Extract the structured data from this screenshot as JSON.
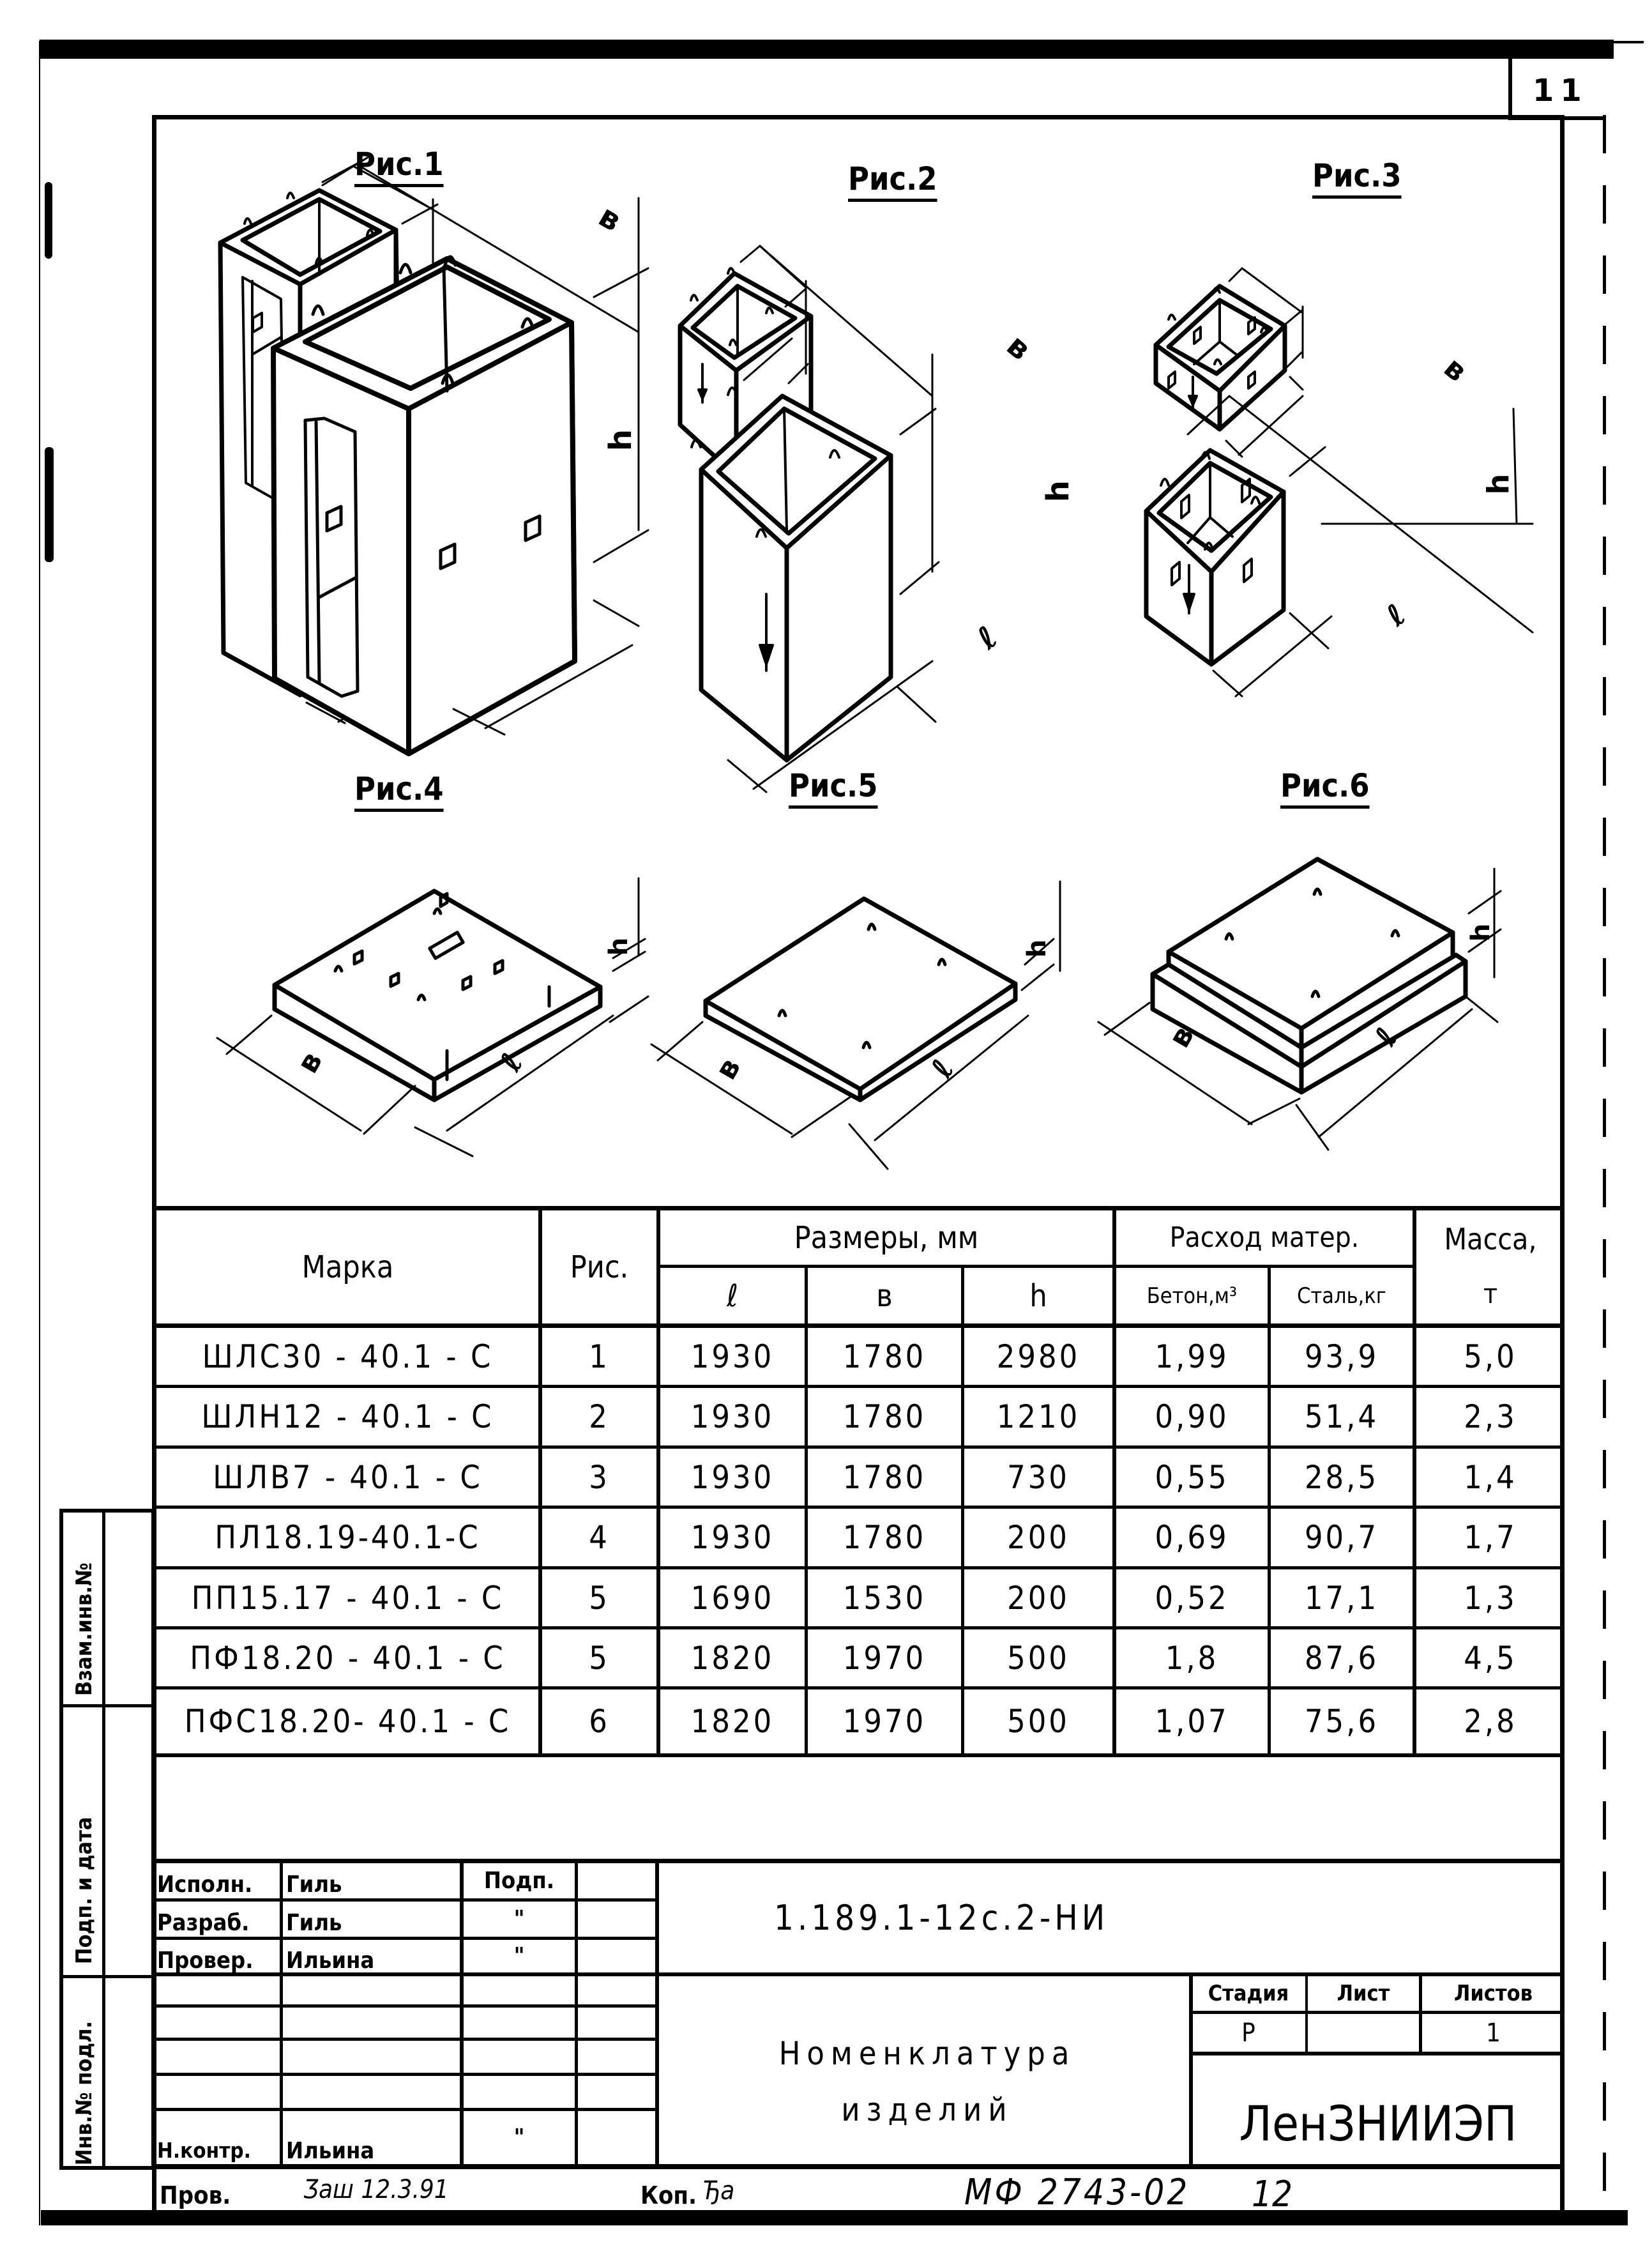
{
  "sheet": {
    "sheet_number_corner": "11",
    "figures": [
      {
        "label": "Рис.1",
        "dims": [
          "в",
          "h",
          "ℓ"
        ]
      },
      {
        "label": "Рис.2",
        "dims": [
          "в",
          "h",
          "ℓ"
        ]
      },
      {
        "label": "Рис.3",
        "dims": [
          "в",
          "h",
          "ℓ"
        ]
      },
      {
        "label": "Рис.4",
        "dims": [
          "h",
          "в",
          "ℓ"
        ]
      },
      {
        "label": "Рис.5",
        "dims": [
          "h",
          "в",
          "ℓ"
        ]
      },
      {
        "label": "Рис.6",
        "dims": [
          "h",
          "в",
          "ℓ"
        ]
      }
    ]
  },
  "table": {
    "headers": {
      "mark": "Марка",
      "fig": "Рис.",
      "dims_group": "Размеры, мм",
      "l": "ℓ",
      "b": "в",
      "h": "h",
      "materials_group": "Расход матер.",
      "concrete": "Бетон,м³",
      "steel": "Сталь,кг",
      "mass_group": "Масса,",
      "mass_unit": "т"
    },
    "rows": [
      {
        "mark": "ШЛС30 - 40.1 - С",
        "fig": "1",
        "l": "1930",
        "b": "1780",
        "h": "2980",
        "concrete": "1,99",
        "steel": "93,9",
        "mass": "5,0"
      },
      {
        "mark": "ШЛН12 - 40.1 - С",
        "fig": "2",
        "l": "1930",
        "b": "1780",
        "h": "1210",
        "concrete": "0,90",
        "steel": "51,4",
        "mass": "2,3"
      },
      {
        "mark": "ШЛВ7 - 40.1 - С",
        "fig": "3",
        "l": "1930",
        "b": "1780",
        "h": "730",
        "concrete": "0,55",
        "steel": "28,5",
        "mass": "1,4"
      },
      {
        "mark": "ПЛ18.19-40.1-С",
        "fig": "4",
        "l": "1930",
        "b": "1780",
        "h": "200",
        "concrete": "0,69",
        "steel": "90,7",
        "mass": "1,7"
      },
      {
        "mark": "ПП15.17 - 40.1 - С",
        "fig": "5",
        "l": "1690",
        "b": "1530",
        "h": "200",
        "concrete": "0,52",
        "steel": "17,1",
        "mass": "1,3"
      },
      {
        "mark": "ПФ18.20 - 40.1 - С",
        "fig": "5",
        "l": "1820",
        "b": "1970",
        "h": "500",
        "concrete": "1,8",
        "steel": "87,6",
        "mass": "4,5"
      },
      {
        "mark": "ПФС18.20- 40.1 - С",
        "fig": "6",
        "l": "1820",
        "b": "1970",
        "h": "500",
        "concrete": "1,07",
        "steel": "75,6",
        "mass": "2,8"
      }
    ]
  },
  "side_stamp": {
    "labels": [
      "Взам.инв.№",
      "Подп. и дата",
      "Инв.№ подл."
    ]
  },
  "title_block": {
    "roles": [
      {
        "role": "Исполн.",
        "name": "Гиль",
        "sign": "Подп."
      },
      {
        "role": "Разраб.",
        "name": "Гиль",
        "sign": "\""
      },
      {
        "role": "Провер.",
        "name": "Ильина",
        "sign": "\""
      },
      {
        "role": "",
        "name": "",
        "sign": ""
      },
      {
        "role": "",
        "name": "",
        "sign": ""
      },
      {
        "role": "",
        "name": "",
        "sign": ""
      },
      {
        "role": "",
        "name": "",
        "sign": ""
      },
      {
        "role": "Н.контр.",
        "name": "Ильина",
        "sign": "\""
      }
    ],
    "document_code": "1.189.1-12с.2-НИ",
    "title_line1": "Номенклатура",
    "title_line2": "изделий",
    "stage_label": "Стадия",
    "sheet_label": "Лист",
    "sheets_label": "Листов",
    "stage_value": "Р",
    "sheet_value": "",
    "sheets_value": "1",
    "organization": "ЛенЗНИИЭП"
  },
  "footer": {
    "checked_label": "Пров.",
    "checked_signature": "Ӡаш 12.3.91",
    "copied_label": "Коп.",
    "copied_signature": "Ђа",
    "archive_code": "МФ 2743-02",
    "archive_page": "12"
  }
}
